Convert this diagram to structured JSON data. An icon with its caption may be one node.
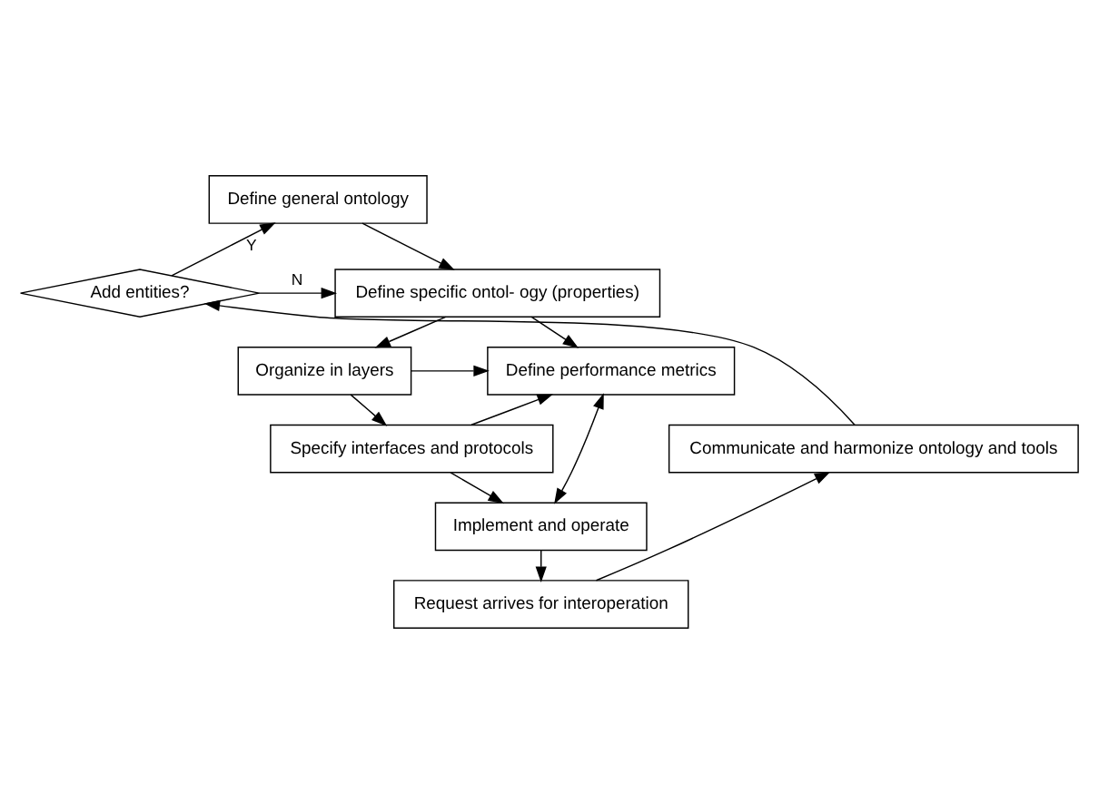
{
  "diagram": {
    "nodes": [
      {
        "text": [
          "Define general ontology"
        ]
      },
      {
        "text": [
          "Add entities?"
        ]
      },
      {
        "text": [
          "Define specific ontol- ogy (properties)"
        ]
      },
      {
        "text": [
          "Define performance metrics"
        ]
      },
      {
        "text": [
          "Organize in layers"
        ]
      },
      {
        "text": [
          "Specify interfaces and protocols"
        ]
      },
      {
        "text": [
          "Communicate and harmonize ontology and tools"
        ]
      },
      {
        "text": [
          "Implement and operate"
        ]
      },
      {
        "text": [
          "Request arrives for interoperation"
        ]
      }
    ],
    "edges": [
      {
        "from": 1,
        "to": 0,
        "arrow": "to",
        "label": "Y"
      },
      {
        "from": 0,
        "to": 2,
        "arrow": "to"
      },
      {
        "from": 1,
        "to": 2,
        "arrow": "to",
        "label": "N"
      },
      {
        "from": 2,
        "to": 3,
        "arrow": "to"
      },
      {
        "from": 2,
        "to": 4,
        "arrow": "to"
      },
      {
        "from": 4,
        "to": 3,
        "arrow": "to"
      },
      {
        "from": 4,
        "to": 5,
        "arrow": "to"
      },
      {
        "from": 5,
        "to": 3,
        "arrow": "to"
      },
      {
        "from": 5,
        "to": 7,
        "arrow": "to"
      },
      {
        "from": 3,
        "to": 7,
        "arrow": "both"
      },
      {
        "from": 7,
        "to": 8,
        "arrow": "to"
      },
      {
        "from": 8,
        "to": 6,
        "arrow": "to"
      },
      {
        "from": 6,
        "to": 1,
        "arrow": "to"
      }
    ]
  }
}
